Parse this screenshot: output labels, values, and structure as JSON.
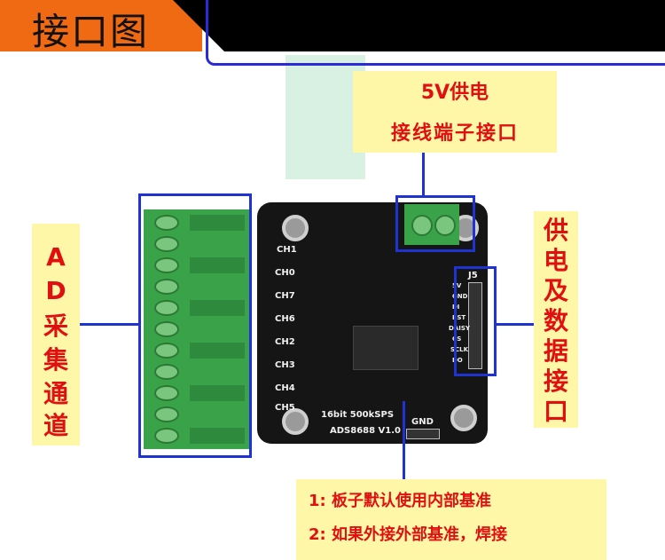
{
  "header": {
    "title": "接口图"
  },
  "notes": {
    "power_label_line1": "5V供电",
    "power_label_line2": "接线端子接口",
    "ad_label": [
      "A",
      "D",
      "采",
      "集",
      "通",
      "道"
    ],
    "power_data_label": [
      "供",
      "电",
      "及",
      "数",
      "据",
      "接",
      "口"
    ],
    "bottom_line1": "1: 板子默认使用内部基准",
    "bottom_line2": "2: 如果外接外部基准，焊接"
  },
  "board": {
    "silk_ch": [
      "CH1",
      "CH0",
      "CH7",
      "CH6",
      "CH2",
      "CH3",
      "CH4",
      "CH5"
    ],
    "silk_model": "ADS8688 V1.0",
    "silk_spec": "16bit  500kSPS",
    "silk_gnd": "GND",
    "silk_j5": "J5",
    "silk_j5_pins": [
      "5V",
      "GND",
      "DI",
      "RST",
      "DAISY",
      "CS",
      "SCLK",
      "DO"
    ]
  },
  "colors": {
    "accent_blue": "#1f33d0",
    "header_orange": "#ef6a12",
    "note_red": "#e01010",
    "note_yellow": "#fff7a8"
  }
}
